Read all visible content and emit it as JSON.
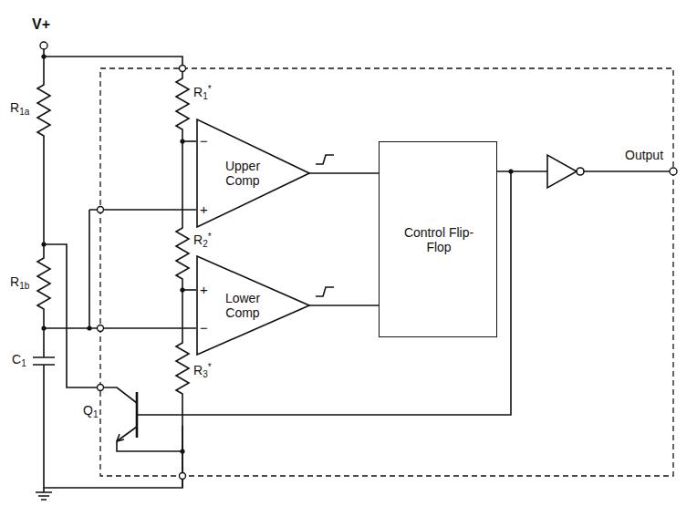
{
  "diagram": {
    "nodes": [
      {
        "text": [
          "Upper Comp"
        ]
      },
      {
        "text": [
          "Lower Comp"
        ]
      },
      {
        "text": [
          "Control Flip-Flop"
        ]
      }
    ],
    "edges": [
      {
        "from": 0,
        "to": 2,
        "arrow": "none"
      },
      {
        "from": 1,
        "to": 2,
        "arrow": "none"
      }
    ],
    "labels": [
      "V+",
      "R1a",
      "R1b",
      "C1",
      "R1*",
      "R2*",
      "R3*",
      "−",
      "+",
      "+",
      "−",
      "Q1",
      "Output"
    ]
  }
}
